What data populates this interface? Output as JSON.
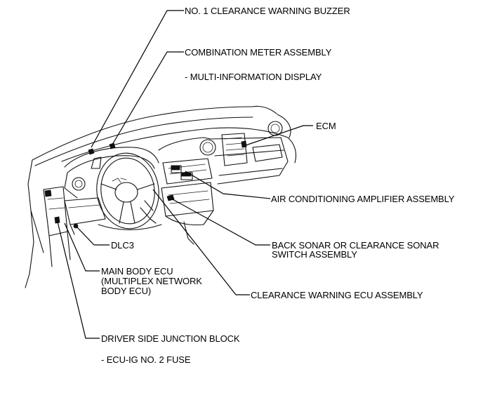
{
  "labels": {
    "buzzer": "NO. 1 CLEARANCE WARNING BUZZER",
    "meter": "COMBINATION METER ASSEMBLY",
    "meter_sub": "- MULTI-INFORMATION DISPLAY",
    "ecm": "ECM",
    "ac_amp": "AIR CONDITIONING AMPLIFIER ASSEMBLY",
    "sonar_1": "BACK SONAR OR CLEARANCE SONAR",
    "sonar_2": "SWITCH ASSEMBLY",
    "clearance_ecu": "CLEARANCE WARNING ECU ASSEMBLY",
    "dlc3": "DLC3",
    "main_body_1": "MAIN BODY ECU",
    "main_body_2": "(MULTIPLEX NETWORK",
    "main_body_3": "BODY ECU)",
    "junction": "DRIVER SIDE JUNCTION BLOCK",
    "junction_sub": "- ECU-IG NO. 2 FUSE"
  }
}
